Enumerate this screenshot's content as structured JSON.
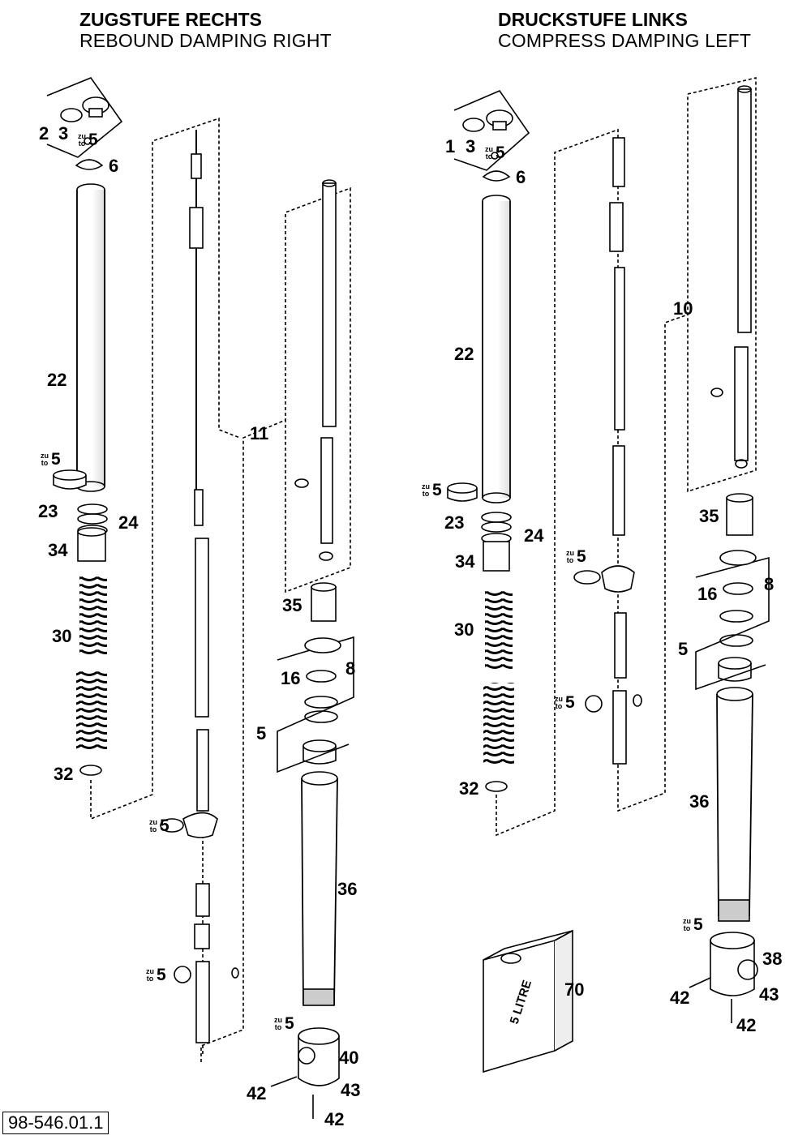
{
  "left": {
    "title_de": "ZUGSTUFE RECHTS",
    "title_en": "REBOUND DAMPING RIGHT"
  },
  "right": {
    "title_de": "DRUCKSTUFE LINKS",
    "title_en": "COMPRESS DAMPING LEFT"
  },
  "zu_to": {
    "zu": "zu",
    "to": "to"
  },
  "doc_number": "98-546.01.1",
  "part_labels": {
    "l_2": "2",
    "l_3": "3",
    "l_5_top": "5",
    "l_6": "6",
    "l_22": "22",
    "l_5_side": "5",
    "l_23": "23",
    "l_24": "24",
    "l_34": "34",
    "l_30": "30",
    "l_32": "32",
    "l_11": "11",
    "l_35": "35",
    "l_16": "16",
    "l_8": "8",
    "l_5_bracket": "5",
    "l_36": "36",
    "l_5_mid": "5",
    "l_5_low": "5",
    "l_5_foot": "5",
    "l_40": "40",
    "l_42_a": "42",
    "l_43": "43",
    "l_42_b": "42",
    "r_1": "1",
    "r_3": "3",
    "r_5_top": "5",
    "r_6": "6",
    "r_22": "22",
    "r_5_side": "5",
    "r_23": "23",
    "r_24": "24",
    "r_34": "34",
    "r_30": "30",
    "r_32": "32",
    "r_10": "10",
    "r_5_mid": "5",
    "r_5_low": "5",
    "r_35": "35",
    "r_16": "16",
    "r_8": "8",
    "r_5_bracket": "5",
    "r_36": "36",
    "r_5_foot": "5",
    "r_38": "38",
    "r_42_a": "42",
    "r_43": "43",
    "r_42_b": "42",
    "r_70": "70"
  },
  "can_label": "5 LITRE"
}
